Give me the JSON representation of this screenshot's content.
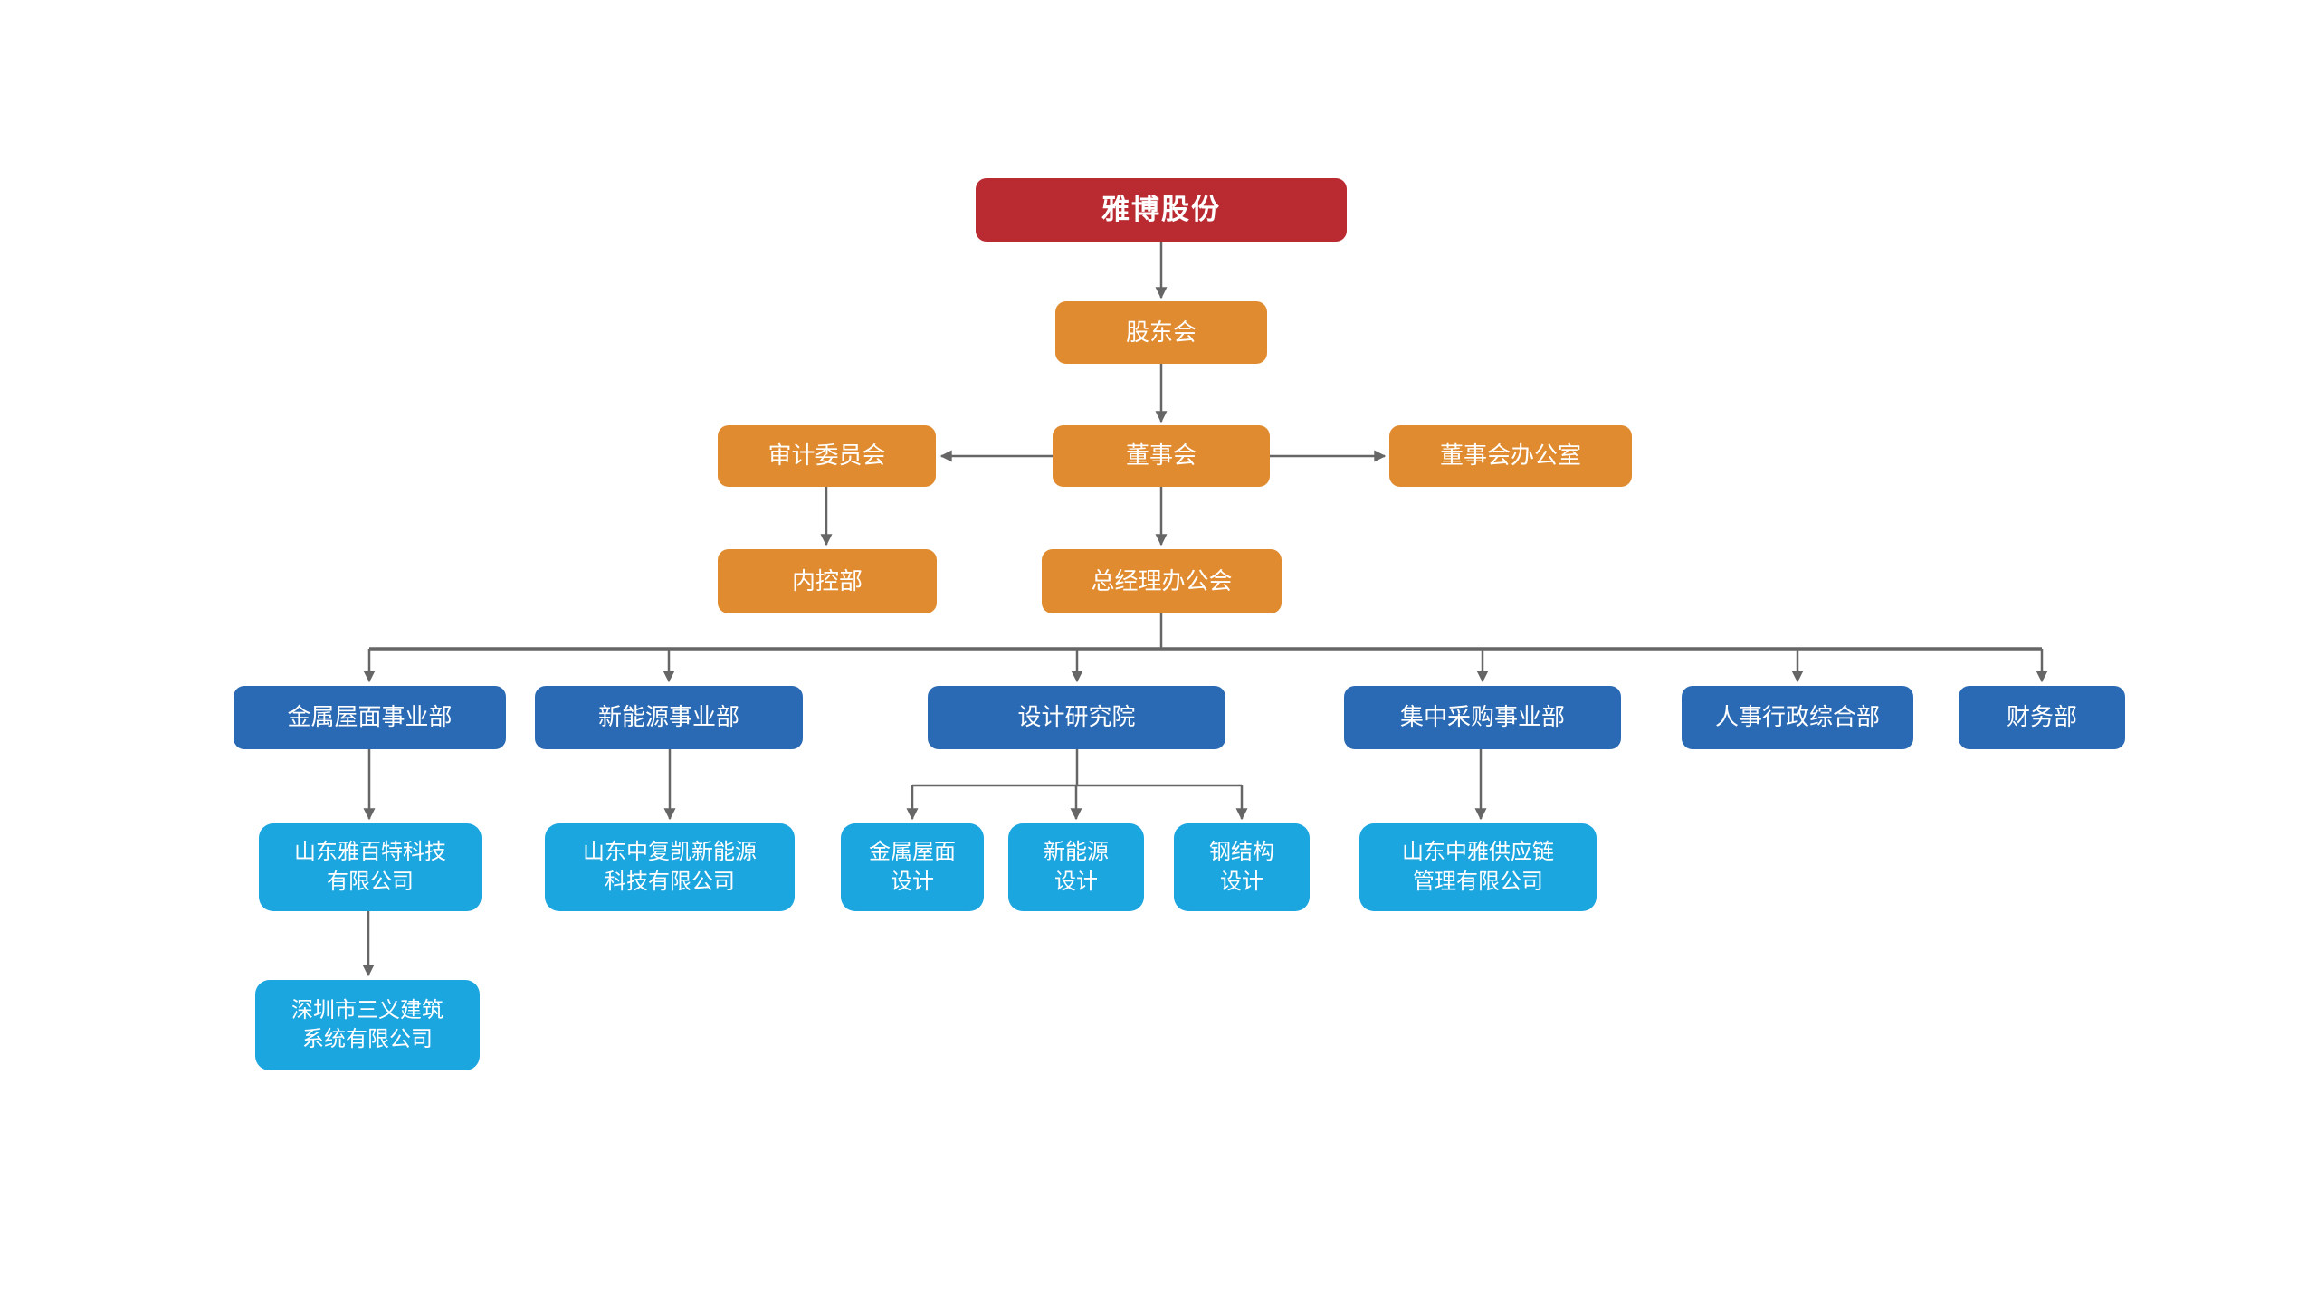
{
  "colors": {
    "root": "#b92a31",
    "governance": "#e08b2f",
    "department": "#2a69b3",
    "subsidiary": "#1ca6e0",
    "connector": "#666666",
    "background": "#ffffff",
    "text": "#ffffff"
  },
  "org": {
    "root": {
      "label": "雅博股份"
    },
    "governance": {
      "shareholders": {
        "label": "股东会"
      },
      "audit_committee": {
        "label": "审计委员会"
      },
      "board": {
        "label": "董事会"
      },
      "board_office": {
        "label": "董事会办公室"
      },
      "internal_control": {
        "label": "内控部"
      },
      "gm_office": {
        "label": "总经理办公会"
      }
    },
    "departments": {
      "metal_roof": {
        "label": "金属屋面事业部"
      },
      "new_energy": {
        "label": "新能源事业部"
      },
      "design_institute": {
        "label": "设计研究院"
      },
      "procurement": {
        "label": "集中采购事业部"
      },
      "hr_admin": {
        "label": "人事行政综合部"
      },
      "finance": {
        "label": "财务部"
      }
    },
    "design_teams": {
      "metal_roof_design": {
        "label": "金属屋面\n设计"
      },
      "new_energy_design": {
        "label": "新能源\n设计"
      },
      "steel_structure_design": {
        "label": "钢结构\n设计"
      }
    },
    "subsidiaries": {
      "yabaite": {
        "label": "山东雅百特科技\n有限公司"
      },
      "zhongfukai": {
        "label": "山东中复凯新能源\n科技有限公司"
      },
      "zhongya_supply": {
        "label": "山东中雅供应链\n管理有限公司"
      },
      "sanyi_building": {
        "label": "深圳市三义建筑\n系统有限公司"
      }
    }
  }
}
